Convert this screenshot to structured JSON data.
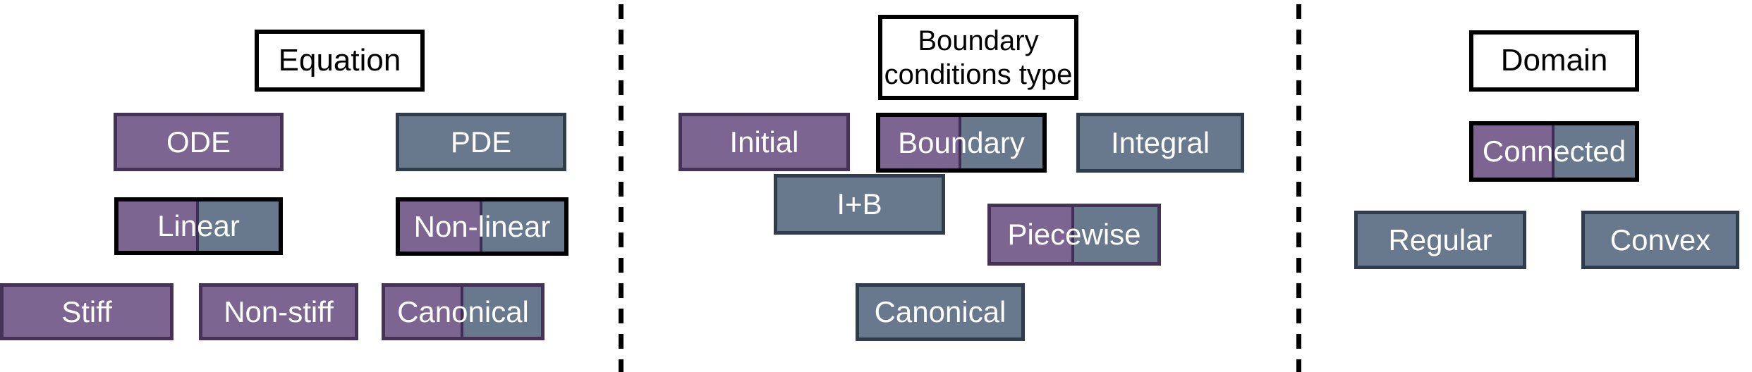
{
  "diagram": {
    "description": "Taxonomy diagram of differential equation problem properties, three panels separated by dashed lines",
    "background": "#ffffff",
    "colors": {
      "purple_fill": "#7c6590",
      "purple_border": "#443357",
      "slate_fill": "#68798d",
      "slate_border": "#2e3c4c",
      "split_divider": "#3f2e55",
      "black_border": "#000000",
      "label_text": "#ffffff",
      "title_text": "#000000"
    },
    "sections": [
      {
        "title": "Equation",
        "title_lines": [
          "Equation"
        ],
        "boxes": [
          {
            "label": "ODE",
            "style": "purple"
          },
          {
            "label": "PDE",
            "style": "slate"
          },
          {
            "label": "Linear",
            "style": "split-black"
          },
          {
            "label": "Non-linear",
            "style": "split-black"
          },
          {
            "label": "Stiff",
            "style": "purple"
          },
          {
            "label": "Non-stiff",
            "style": "purple"
          },
          {
            "label": "Canonical",
            "style": "split-purple"
          }
        ]
      },
      {
        "title": "Boundary conditions type",
        "title_lines": [
          "Boundary",
          "conditions type"
        ],
        "boxes": [
          {
            "label": "Initial",
            "style": "purple"
          },
          {
            "label": "Boundary",
            "style": "split-black"
          },
          {
            "label": "Integral",
            "style": "slate"
          },
          {
            "label": "I+B",
            "style": "slate"
          },
          {
            "label": "Piecewise",
            "style": "split-purple"
          },
          {
            "label": "Canonical",
            "style": "slate"
          }
        ]
      },
      {
        "title": "Domain",
        "title_lines": [
          "Domain"
        ],
        "boxes": [
          {
            "label": "Connected",
            "style": "split-black"
          },
          {
            "label": "Regular",
            "style": "slate"
          },
          {
            "label": "Convex",
            "style": "slate"
          }
        ]
      }
    ]
  }
}
